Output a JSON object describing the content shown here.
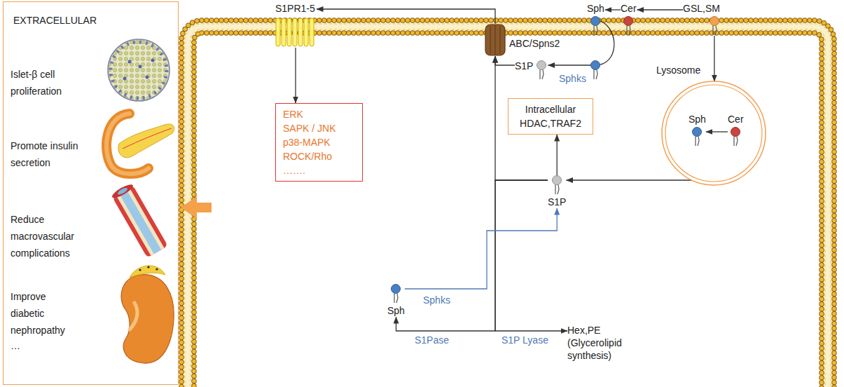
{
  "diagram": {
    "nodes": [
      {
        "text": [
          "EXTRACELLULAR",
          "Islet-β cell proliferation",
          "Promote insulin secretion",
          "Reduce macrovascular complications",
          "Improve diabetic nephropathy",
          "…"
        ]
      },
      {
        "text": [
          "S1PR1-5"
        ]
      },
      {
        "text": [
          "ABC/Spns2"
        ]
      },
      {
        "text": [
          "Sph"
        ]
      },
      {
        "text": [
          "Cer"
        ]
      },
      {
        "text": [
          "GSL,SM"
        ]
      },
      {
        "text": [
          "S1P"
        ]
      },
      {
        "text": [
          "ERK",
          "SAPK / JNK",
          "p38-MAPK",
          "ROCK/Rho",
          "……."
        ]
      },
      {
        "text": [
          "Intracellular HDAC,TRAF2"
        ]
      },
      {
        "text": [
          "S1P"
        ]
      },
      {
        "text": [
          "Lysosome"
        ]
      },
      {
        "text": [
          "Sph"
        ],
        "in": 10
      },
      {
        "text": [
          "Cer"
        ],
        "in": 10
      },
      {
        "text": [
          "Sph"
        ]
      },
      {
        "text": [
          "Hex,PE",
          "(Glycerolipid synthesis)"
        ]
      }
    ],
    "edges": [
      {
        "from": 5,
        "to": 4,
        "arrow": "to"
      },
      {
        "from": 4,
        "to": 3,
        "arrow": "to"
      },
      {
        "from": 3,
        "to": 6,
        "label": "Sphks",
        "arrow": "to"
      },
      {
        "from": 6,
        "to": 2,
        "arrow": "to"
      },
      {
        "from": 2,
        "to": 1,
        "arrow": "to"
      },
      {
        "from": 1,
        "to": 7,
        "arrow": "to"
      },
      {
        "from": 5,
        "to": 10,
        "arrow": "to"
      },
      {
        "from": 12,
        "to": 11,
        "arrow": "to"
      },
      {
        "from": 10,
        "to": 9,
        "arrow": "to"
      },
      {
        "from": 9,
        "to": 8,
        "arrow": "to"
      },
      {
        "from": 9,
        "to": 2,
        "arrow": "to"
      },
      {
        "from": 9,
        "to": 13,
        "label": "S1Pase",
        "arrow": "to"
      },
      {
        "from": 9,
        "to": 14,
        "label": "S1P Lyase",
        "arrow": "to"
      },
      {
        "from": 13,
        "to": 9,
        "label": "Sphks",
        "arrow": "to"
      }
    ]
  }
}
